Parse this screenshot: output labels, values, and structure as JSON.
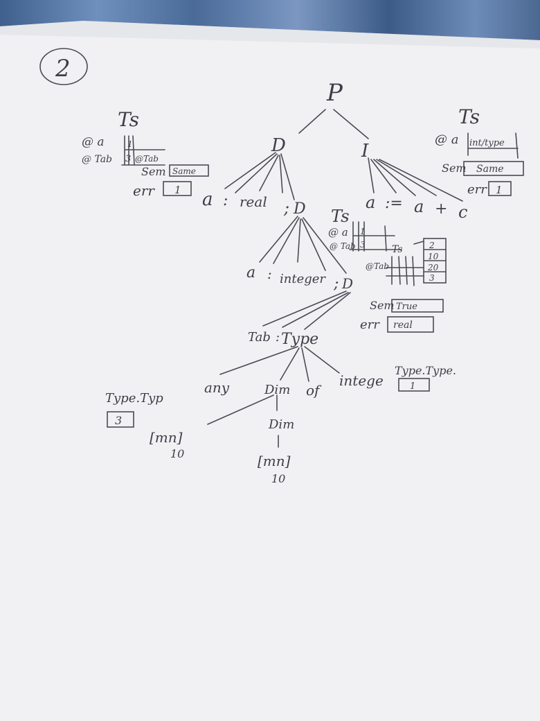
{
  "page_number": "2",
  "root": "P",
  "left_ts": {
    "title": "Ts",
    "row_a": "@ a",
    "row_tab": "@ Tab",
    "cell_top": "1",
    "cell_bottom": "3",
    "cell_side": "@Tab",
    "sem_label": "Sem",
    "sem_value": "Same",
    "err_label": "err",
    "err_value": "1"
  },
  "right_ts": {
    "title": "Ts",
    "row_a": "@ a",
    "row_a_value": "int/type",
    "sem_label": "Sem",
    "sem_value": "Same",
    "err_label": "err",
    "err_value": "1"
  },
  "tree": {
    "d": "D",
    "i": "I",
    "a1": "a",
    "colon1": ":",
    "real": "real",
    "semi1": ";",
    "d2": "D",
    "a2": "a",
    "assign": ":=",
    "a3": "a",
    "plus": "+",
    "c": "c",
    "a4": "a",
    "colon2": ":",
    "integer": "integer",
    "semi2": ";",
    "d3": "D",
    "tab": "Tab",
    "colon3": ":",
    "type": "Type",
    "any": "any",
    "dim": "Dim",
    "of": "of",
    "intege": "intege",
    "dim2": "Dim",
    "range1": "[mn]",
    "range1_num": "10",
    "range2": "[mn]",
    "range2_num": "10"
  },
  "mid_ts": {
    "title": "Ts",
    "row_a": "@ a",
    "row_tab": "@ Tab",
    "cell_top": "1",
    "cell_bottom": "3",
    "inner_ts": "Ts",
    "inner_tab": "@Tab",
    "col_values": [
      "2",
      "10",
      "20",
      "3"
    ],
    "sem_label": "Sem",
    "sem_value": "True",
    "err_label": "err",
    "err_value": "real"
  },
  "type_attr": {
    "label": "Type.Type.",
    "value": "1"
  },
  "typ_attr": {
    "label": "Type.Typ",
    "value": "3"
  }
}
